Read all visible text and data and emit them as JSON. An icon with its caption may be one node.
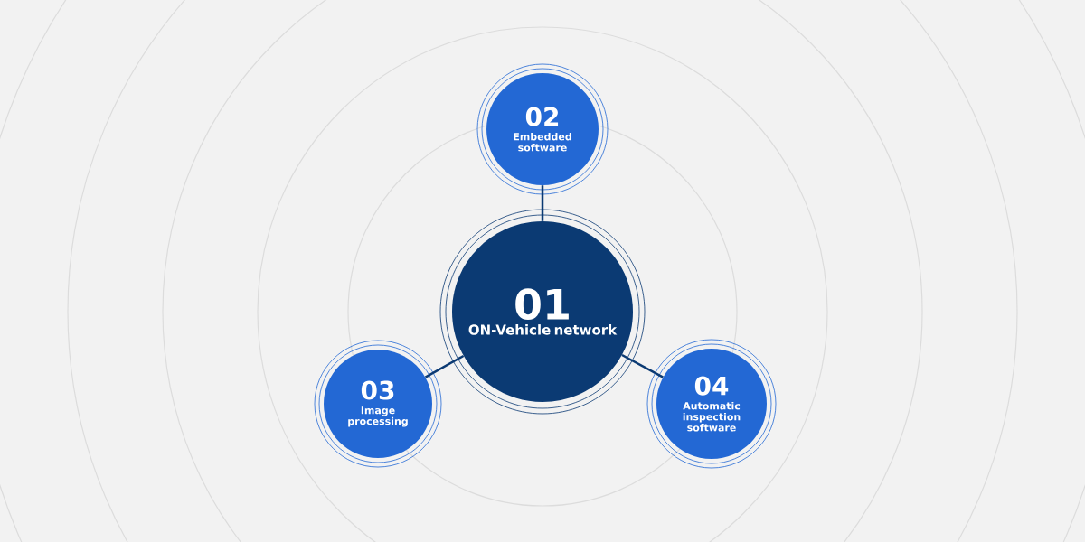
{
  "diagram": {
    "nodes": [
      {
        "text": [
          "01",
          "ON-Vehicle network"
        ]
      },
      {
        "text": [
          "02",
          "Embedded software"
        ]
      },
      {
        "text": [
          "03",
          "Image processing"
        ]
      },
      {
        "text": [
          "04",
          "Automatic inspection software"
        ]
      }
    ],
    "edges": [
      {
        "from": 0,
        "to": 1,
        "arrow": "none"
      },
      {
        "from": 0,
        "to": 2,
        "arrow": "none"
      },
      {
        "from": 0,
        "to": 3,
        "arrow": "none"
      }
    ]
  }
}
